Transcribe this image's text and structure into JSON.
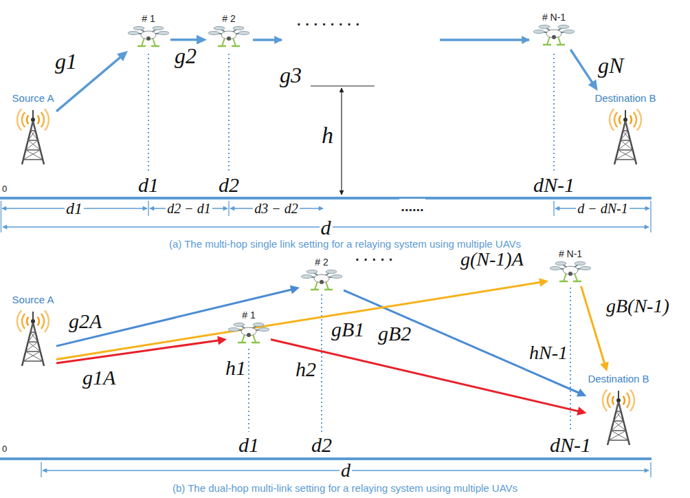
{
  "diagram": {
    "nodes": [
      {
        "text": [
          "Source A"
        ]
      },
      {
        "text": [
          "# 1"
        ]
      },
      {
        "text": [
          "# 2"
        ]
      },
      {
        "text": [
          "# N-1"
        ]
      },
      {
        "text": [
          "Destination B"
        ]
      },
      {
        "text": [
          "Source A"
        ]
      },
      {
        "text": [
          "# 1"
        ]
      },
      {
        "text": [
          "# 2"
        ]
      },
      {
        "text": [
          "# N-1"
        ]
      },
      {
        "text": [
          "Destination B"
        ]
      }
    ],
    "edges": [
      {
        "from": 0,
        "to": 1,
        "arrow": "to",
        "label": "g1"
      },
      {
        "from": 1,
        "to": 2,
        "arrow": "to",
        "label": "g2"
      },
      {
        "from": 3,
        "to": 4,
        "arrow": "to",
        "label": "gN"
      },
      {
        "from": 5,
        "to": 6,
        "arrow": "to",
        "label": "g1A"
      },
      {
        "from": 6,
        "to": 9,
        "arrow": "to",
        "label": "gB1"
      },
      {
        "from": 5,
        "to": 7,
        "arrow": "to",
        "label": "g2A"
      },
      {
        "from": 7,
        "to": 9,
        "arrow": "to",
        "label": "gB2"
      },
      {
        "from": 5,
        "to": 8,
        "arrow": "to",
        "label": "g(N-1)A"
      },
      {
        "from": 8,
        "to": 9,
        "arrow": "to",
        "label": "gB(N-1)"
      }
    ],
    "labels": [
      "g3",
      "· · · · · · · ·",
      "h",
      "0",
      "d1",
      "d2",
      "dN-1",
      "d1",
      "d2 − d1",
      "d3 − d2",
      "......",
      "d − dN-1",
      "d",
      "(a) The multi-hop single link setting for a relaying system using multiple UAVs",
      "· · · · ·",
      "h1",
      "h2",
      "hN-1",
      "d1",
      "d2",
      "dN-1",
      "0",
      "d",
      "(b) The dual-hop multi-link setting for a relaying system using multiple UAVs"
    ]
  }
}
